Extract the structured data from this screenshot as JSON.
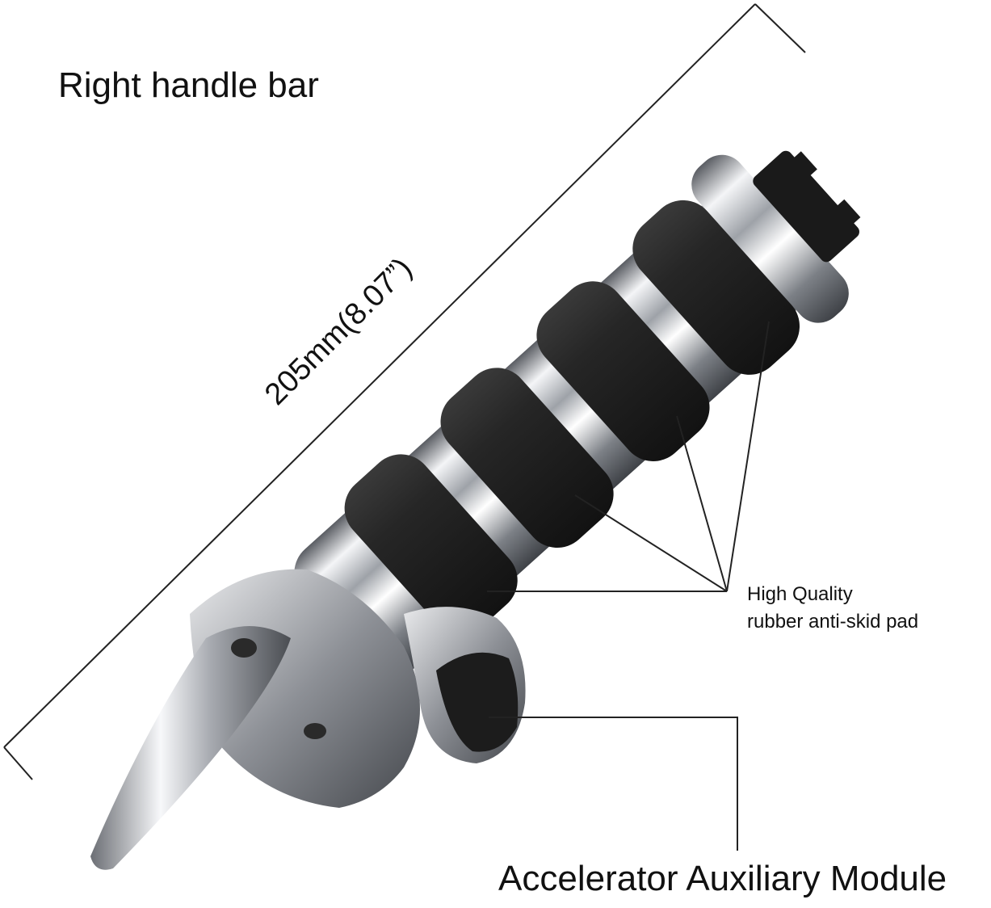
{
  "labels": {
    "title": "Right handle bar",
    "dimension": "205mm(8.07”)",
    "pad_line1": "High Quality",
    "pad_line2": "rubber anti-skid pad",
    "module": "Accelerator Auxiliary Module"
  },
  "colors": {
    "chrome_light": "#f2f3f5",
    "chrome_mid": "#b9bcc2",
    "chrome_dark": "#5a5d63",
    "rubber": "#1d1d1d",
    "rubber_highlight": "#3a3a3a",
    "line": "#222222"
  }
}
